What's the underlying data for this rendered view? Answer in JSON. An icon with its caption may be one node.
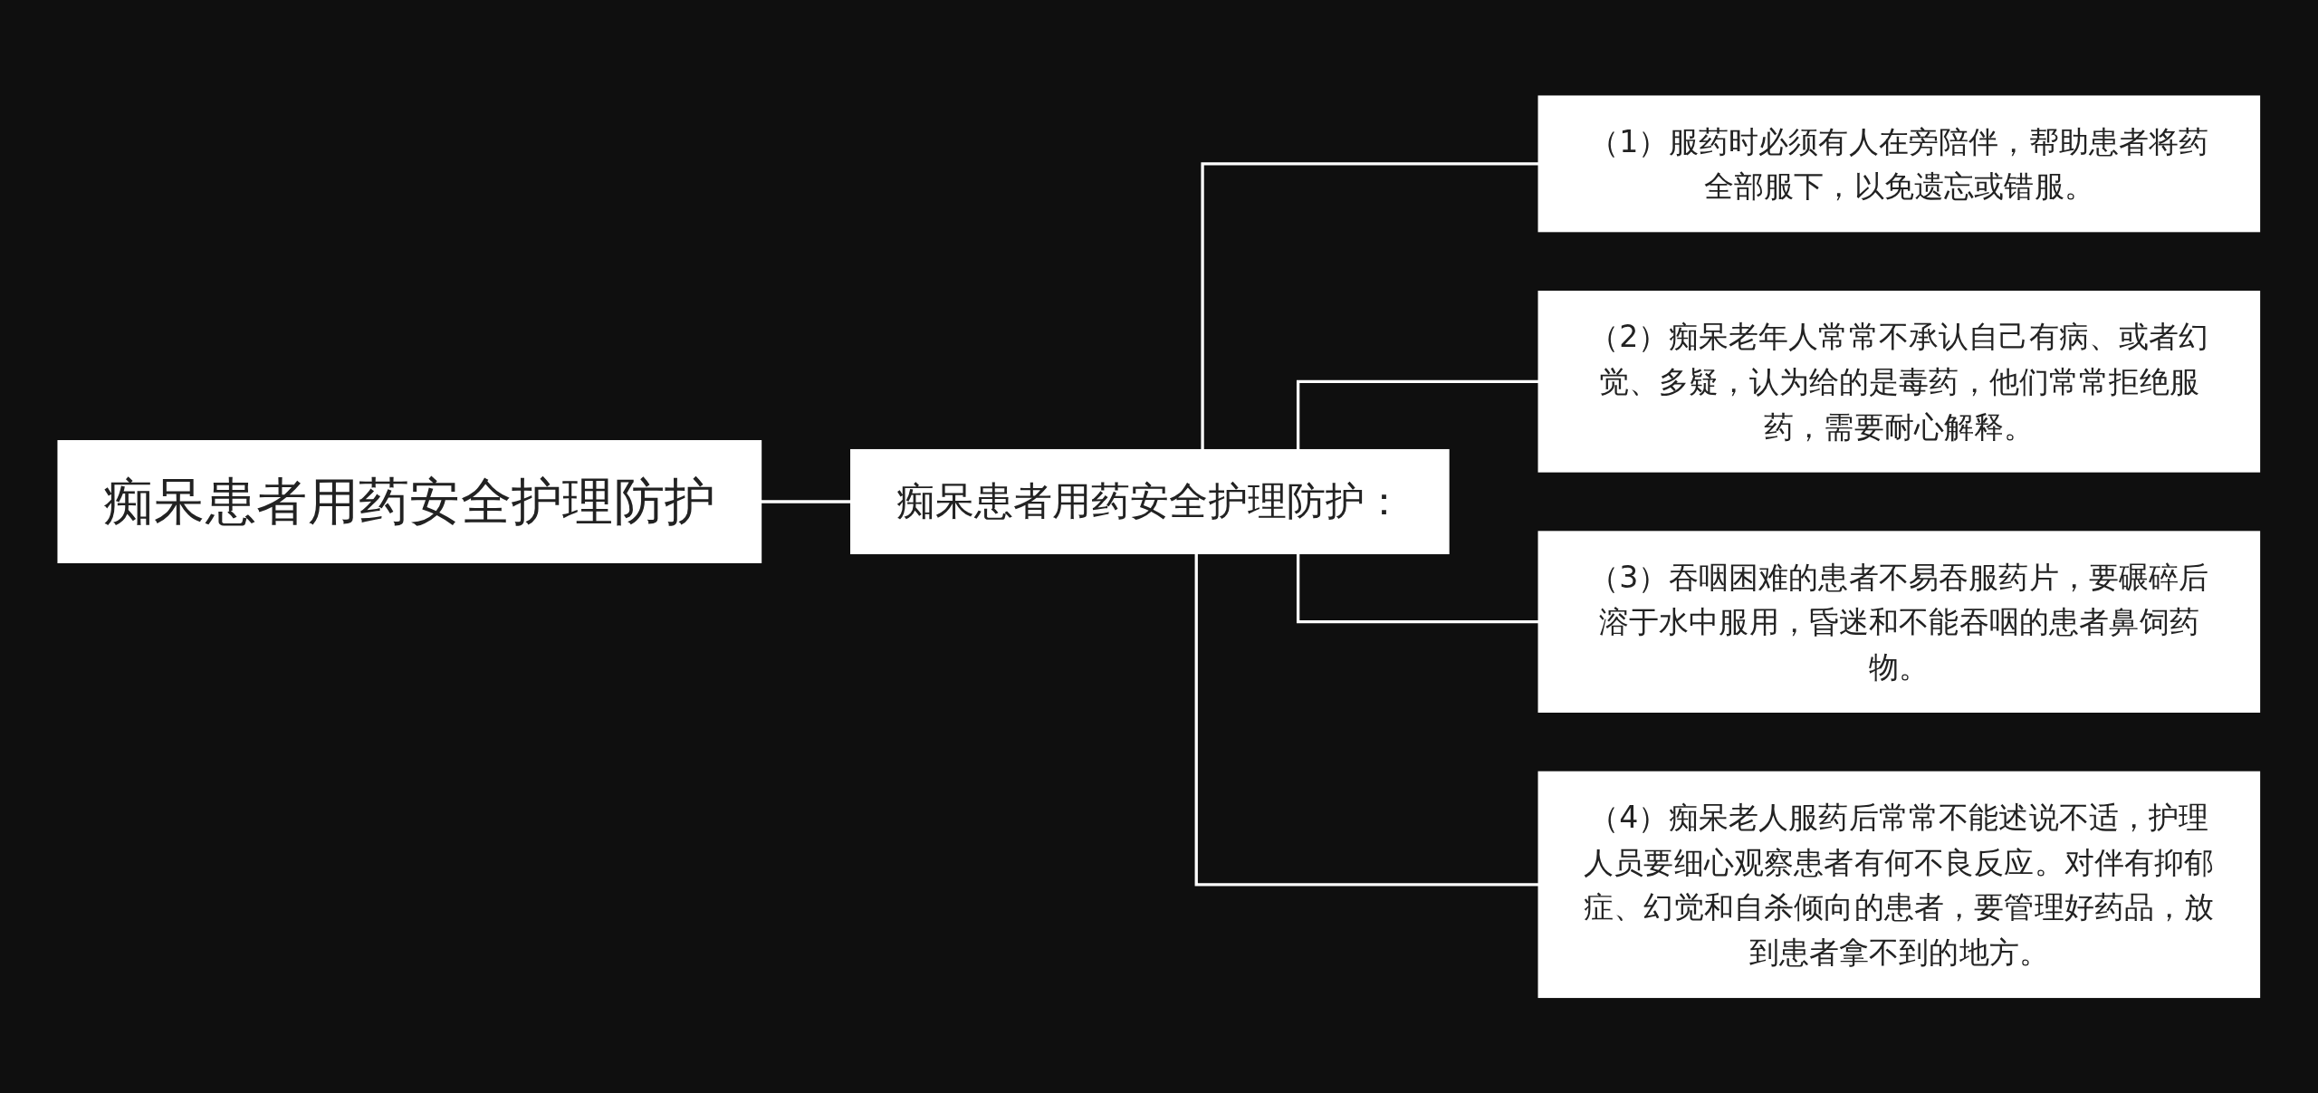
{
  "diagram": {
    "nodes": [
      {
        "text": [
          "痴呆患者用药安全护理防护"
        ]
      },
      {
        "text": [
          "痴呆患者用药安全护理防护："
        ]
      },
      {
        "text": [
          "（1）服药时必须有人在旁陪伴，帮助患者将药全部服下，以免遗忘或错服。"
        ]
      },
      {
        "text": [
          "（2）痴呆老年人常常不承认自己有病、或者幻觉、多疑，认为给的是毒药，他们常常拒绝服药，需要耐心解释。"
        ]
      },
      {
        "text": [
          "（3）吞咽困难的患者不易吞服药片，要碾碎后溶于水中服用，昏迷和不能吞咽的患者鼻饲药物。"
        ]
      },
      {
        "text": [
          "（4）痴呆老人服药后常常不能述说不适，护理人员要细心观察患者有何不良反应。对伴有抑郁症、幻觉和自杀倾向的患者，要管理好药品，放到患者拿不到的地方。"
        ]
      }
    ],
    "edges": [
      {
        "from": 0,
        "to": 1,
        "arrow": "none"
      },
      {
        "from": 1,
        "to": 2,
        "arrow": "none"
      },
      {
        "from": 1,
        "to": 3,
        "arrow": "none"
      },
      {
        "from": 1,
        "to": 4,
        "arrow": "none"
      },
      {
        "from": 1,
        "to": 5,
        "arrow": "none"
      }
    ]
  }
}
